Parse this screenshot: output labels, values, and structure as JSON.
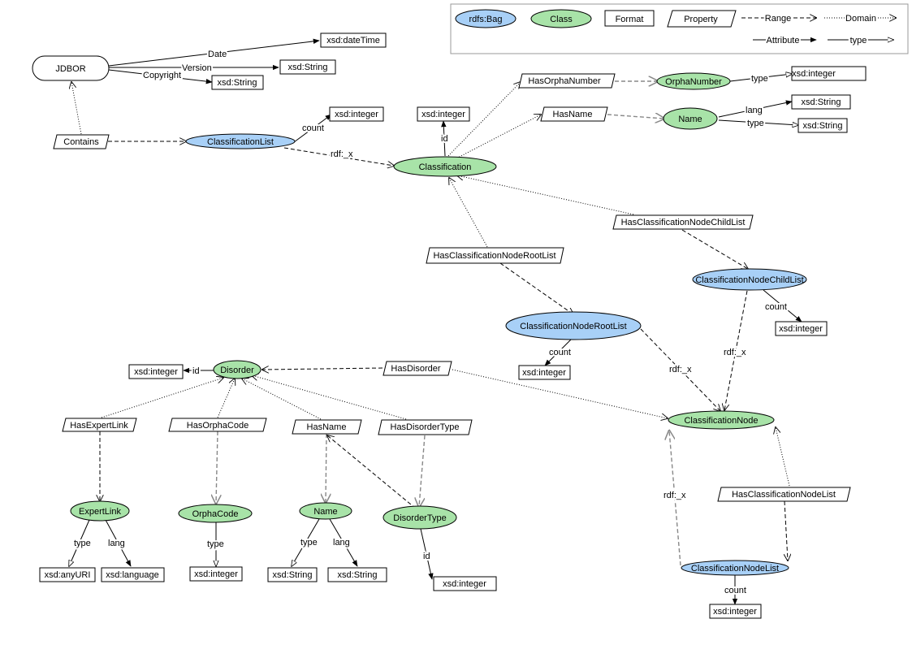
{
  "legend": {
    "bag": "rdfs:Bag",
    "class": "Class",
    "format": "Format",
    "property": "Property",
    "range": "Range",
    "domain": "Domain",
    "attribute": "Attribute",
    "type": "type"
  },
  "nodes": {
    "jdbor": "JDBOR",
    "xsd_datetime": "xsd:dateTime",
    "xsd_string_version": "xsd:String",
    "xsd_string_copyright": "xsd:String",
    "contains": "Contains",
    "classification_list": "ClassificationList",
    "xsd_integer_count1": "xsd:integer",
    "xsd_integer_id_class": "xsd:integer",
    "classification": "Classification",
    "has_orpha_number": "HasOrphaNumber",
    "orpha_number": "OrphaNumber",
    "xsd_integer_orphanumber": "xsd:integer",
    "has_name_top": "HasName",
    "name_top": "Name",
    "xsd_string_lang_top": "xsd:String",
    "xsd_string_type_top": "xsd:String",
    "has_classification_node_child_list": "HasClassificationNodeChildList",
    "has_classification_node_root_list": "HasClassificationNodeRootList",
    "classification_node_child_list": "ClassificationNodeChildList",
    "xsd_integer_count_child": "xsd:integer",
    "classification_node_root_list": "ClassificationNodeRootList",
    "xsd_integer_count_root": "xsd:integer",
    "xsd_integer_id_disorder": "xsd:integer",
    "disorder": "Disorder",
    "has_disorder": "HasDisorder",
    "classification_node": "ClassificationNode",
    "has_expert_link": "HasExpertLink",
    "has_orpha_code": "HasOrphaCode",
    "has_name_bottom": "HasName",
    "has_disorder_type": "HasDisorderType",
    "expert_link": "ExpertLink",
    "orpha_code": "OrphaCode",
    "name_bottom": "Name",
    "disorder_type": "DisorderType",
    "has_classification_node_list": "HasClassificationNodeList",
    "classification_node_list": "ClassificationNodeList",
    "xsd_anyuri": "xsd:anyURI",
    "xsd_language": "xsd:language",
    "xsd_integer_orphacode": "xsd:integer",
    "xsd_string_type_bottom": "xsd:String",
    "xsd_string_lang_bottom": "xsd:String",
    "xsd_integer_id_disordertype": "xsd:integer",
    "xsd_integer_count_nodelist": "xsd:integer"
  },
  "edges": {
    "date": "Date",
    "version": "Version",
    "copyright": "Copyright",
    "count_classlist": "count",
    "rdf_x_classlist": "rdf:_x",
    "id_classification": "id",
    "type_orphanumber": "type",
    "lang_name_top": "lang",
    "type_name_top": "type",
    "count_child": "count",
    "rdf_x_child": "rdf:_x",
    "count_root": "count",
    "rdf_x_root": "rdf:_x",
    "id_disorder": "id",
    "type_expertlink": "type",
    "lang_expertlink": "lang",
    "type_orphacode": "type",
    "type_name_bottom": "type",
    "lang_name_bottom": "lang",
    "id_disordertype": "id",
    "rdf_x_nodelist": "rdf:_x",
    "count_nodelist": "count"
  }
}
